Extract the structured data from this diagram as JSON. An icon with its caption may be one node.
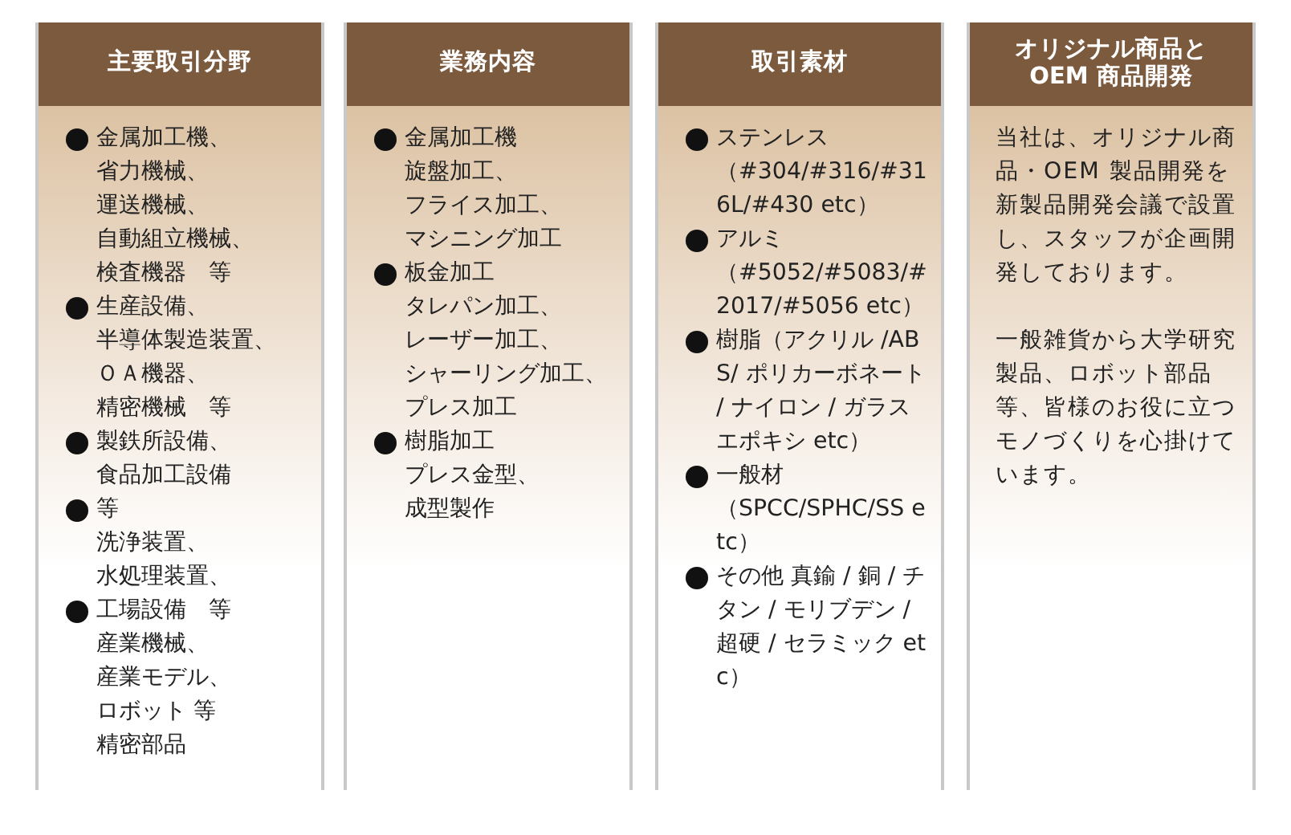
{
  "diagram": {
    "nodes": [
      {
        "text": [
          "主要取引分野"
        ]
      },
      {
        "text": [
          "金属加工機、",
          "省力機械、",
          "運送機械、",
          "自動組立機械、",
          "検査機器　等"
        ],
        "in": 0
      },
      {
        "text": [
          "生産設備、",
          "半導体製造装置、",
          "ＯＡ機器、",
          "精密機械　等"
        ],
        "in": 0
      },
      {
        "text": [
          "製鉄所設備、",
          "食品加工設備"
        ],
        "in": 0
      },
      {
        "text": [
          "等",
          "洗浄装置、",
          "水処理装置、"
        ],
        "in": 0
      },
      {
        "text": [
          "工場設備　等",
          "産業機械、",
          "産業モデル、",
          "ロボット 等",
          "精密部品"
        ],
        "in": 0
      },
      {
        "text": [
          "業務内容"
        ]
      },
      {
        "text": [
          "金属加工機",
          "旋盤加工、",
          "フライス加工、",
          "マシニング加工"
        ],
        "in": 6
      },
      {
        "text": [
          "板金加工",
          "タレパン加工、",
          "レーザー加工、",
          "シャーリング加工、プレス加工"
        ],
        "in": 6
      },
      {
        "text": [
          "樹脂加工",
          "プレス金型、",
          "成型製作"
        ],
        "in": 6
      },
      {
        "text": [
          "取引素材"
        ]
      },
      {
        "text": [
          "ステンレス",
          "（#304/#316/#316L/#430 etc）"
        ],
        "in": 10
      },
      {
        "text": [
          "アルミ",
          "（#5052/#5083/#2017/#5056 etc）"
        ],
        "in": 10
      },
      {
        "text": [
          "樹脂（アクリル /ABS/ ポリカーボネート / ナイロン / ガラスエポキシ etc）"
        ],
        "in": 10
      },
      {
        "text": [
          "一般材",
          "（SPCC/SPHC/SS etc）"
        ],
        "in": 10
      },
      {
        "text": [
          "その他 真鍮 / 銅 / チタン / モリブデン / 超硬 / セラミック etc）"
        ],
        "in": 10
      },
      {
        "text": [
          "オリジナル商品とOEM 商品開発",
          "当社は、オリジナル商品・OEM 製品開発を新製品開発会議で設置し、スタッフが企画開発しております。",
          "一般雑貨から大学研究製品、ロボット部品等、皆様のお役に立つモノづくりを心掛けています。"
        ]
      }
    ],
    "edges": []
  }
}
